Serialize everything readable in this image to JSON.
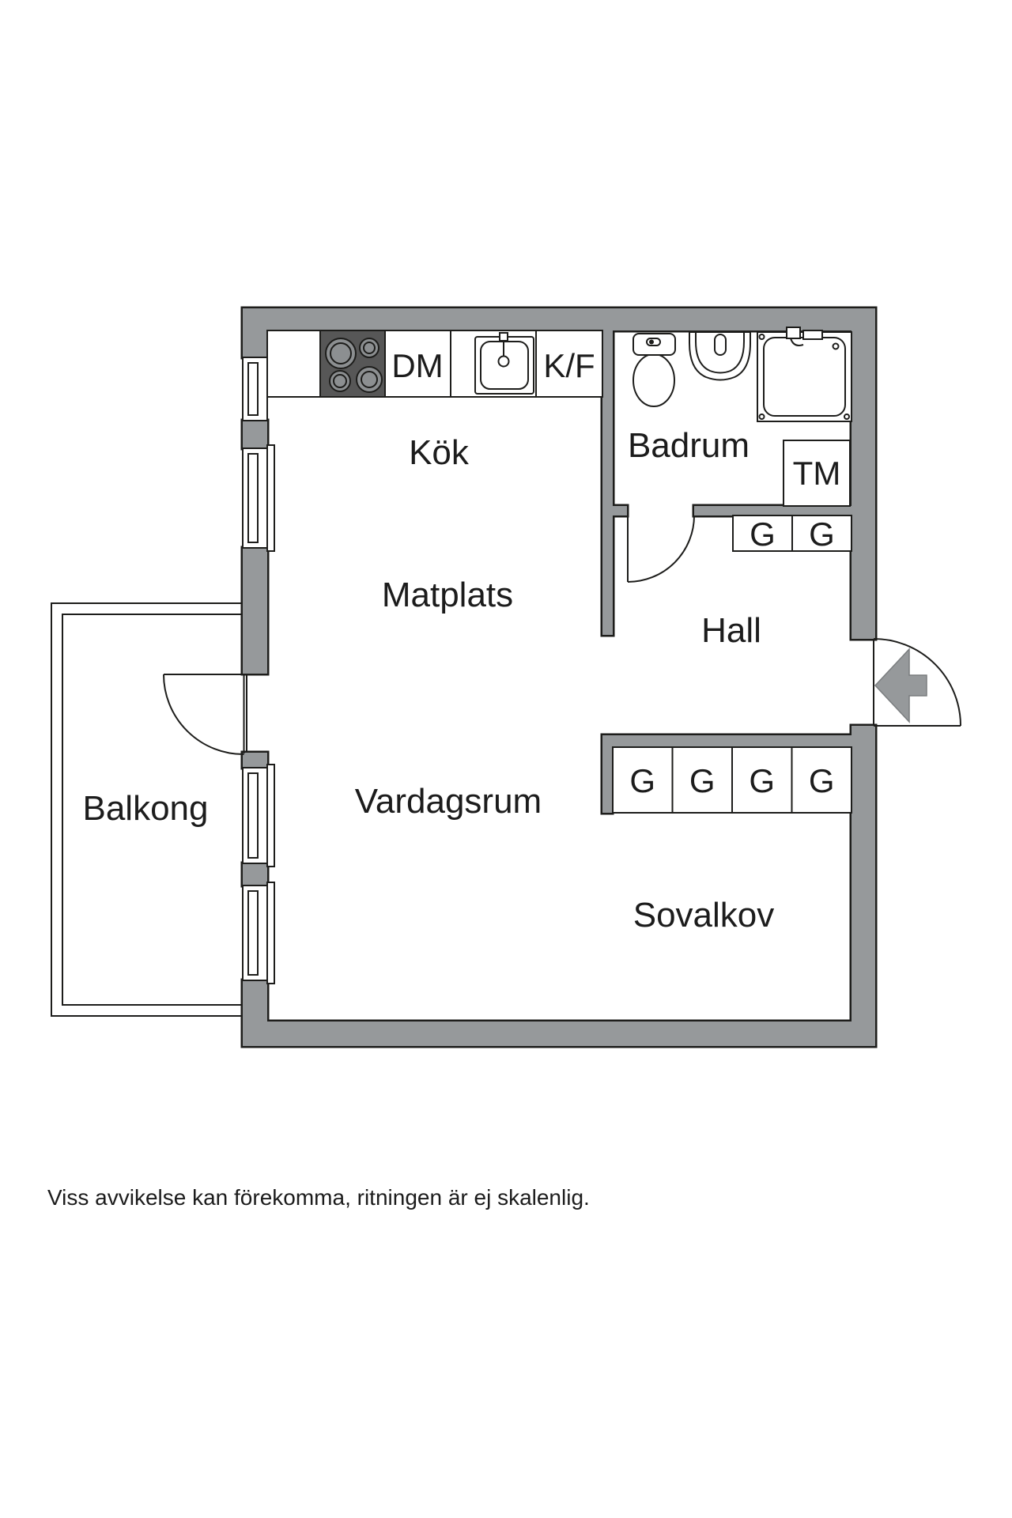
{
  "plan": {
    "rooms": {
      "kitchen": "Kök",
      "bathroom": "Badrum",
      "dining_area": "Matplats",
      "hall": "Hall",
      "balcony": "Balkong",
      "living_room": "Vardagsrum",
      "sleeping_alcove": "Sovalkov"
    },
    "fixtures": {
      "dishwasher": "DM",
      "fridge_freezer": "K/F",
      "washing_machine": "TM",
      "wardrobe": "G"
    }
  },
  "footer": {
    "disclaimer": "Viss avvikelse kan förekomma, ritningen är ej skalenlig."
  },
  "colors": {
    "wall": "#96999b",
    "outline": "#1d1d1b",
    "stove": "#575757",
    "burner": "#8c8f91",
    "text": "#1c1c1c"
  }
}
